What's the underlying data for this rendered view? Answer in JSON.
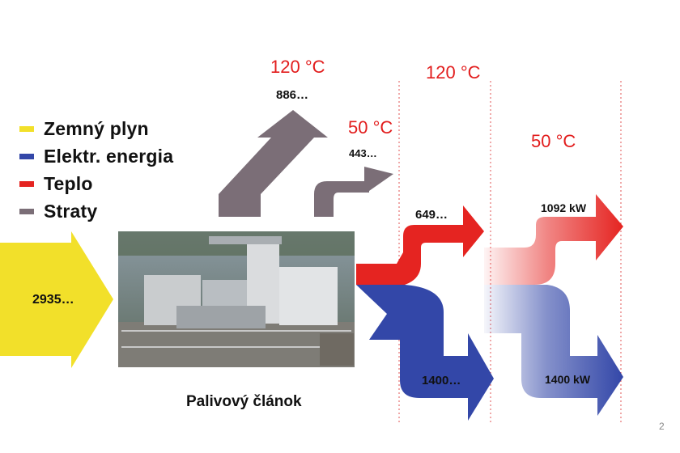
{
  "legend": {
    "items": [
      {
        "label": "Zemný plyn",
        "color": "#f2e02a"
      },
      {
        "label": "Elektr. energia",
        "color": "#3347a8"
      },
      {
        "label": "Teplo",
        "color": "#e52421"
      },
      {
        "label": "Straty",
        "color": "#7b6e77"
      }
    ]
  },
  "input": {
    "value": "2935…"
  },
  "losses": {
    "high": {
      "temp": "120 °C",
      "value": "886…"
    },
    "low": {
      "temp": "50 °C",
      "value": "443…"
    }
  },
  "stage1": {
    "temp": "120 °C",
    "heat_value": "649…",
    "electric_value": "1400…"
  },
  "stage2": {
    "temp": "50 °C",
    "heat_value": "1092 kW",
    "electric_value": "1400 kW"
  },
  "photo": {
    "caption": "Palivový článok"
  },
  "page_number": "2",
  "colors": {
    "gas": "#f2e02a",
    "electric": "#3347a8",
    "heat": "#e52421",
    "loss": "#7b6e77",
    "temp_text": "#e21d1d",
    "divider": "#e25555"
  }
}
